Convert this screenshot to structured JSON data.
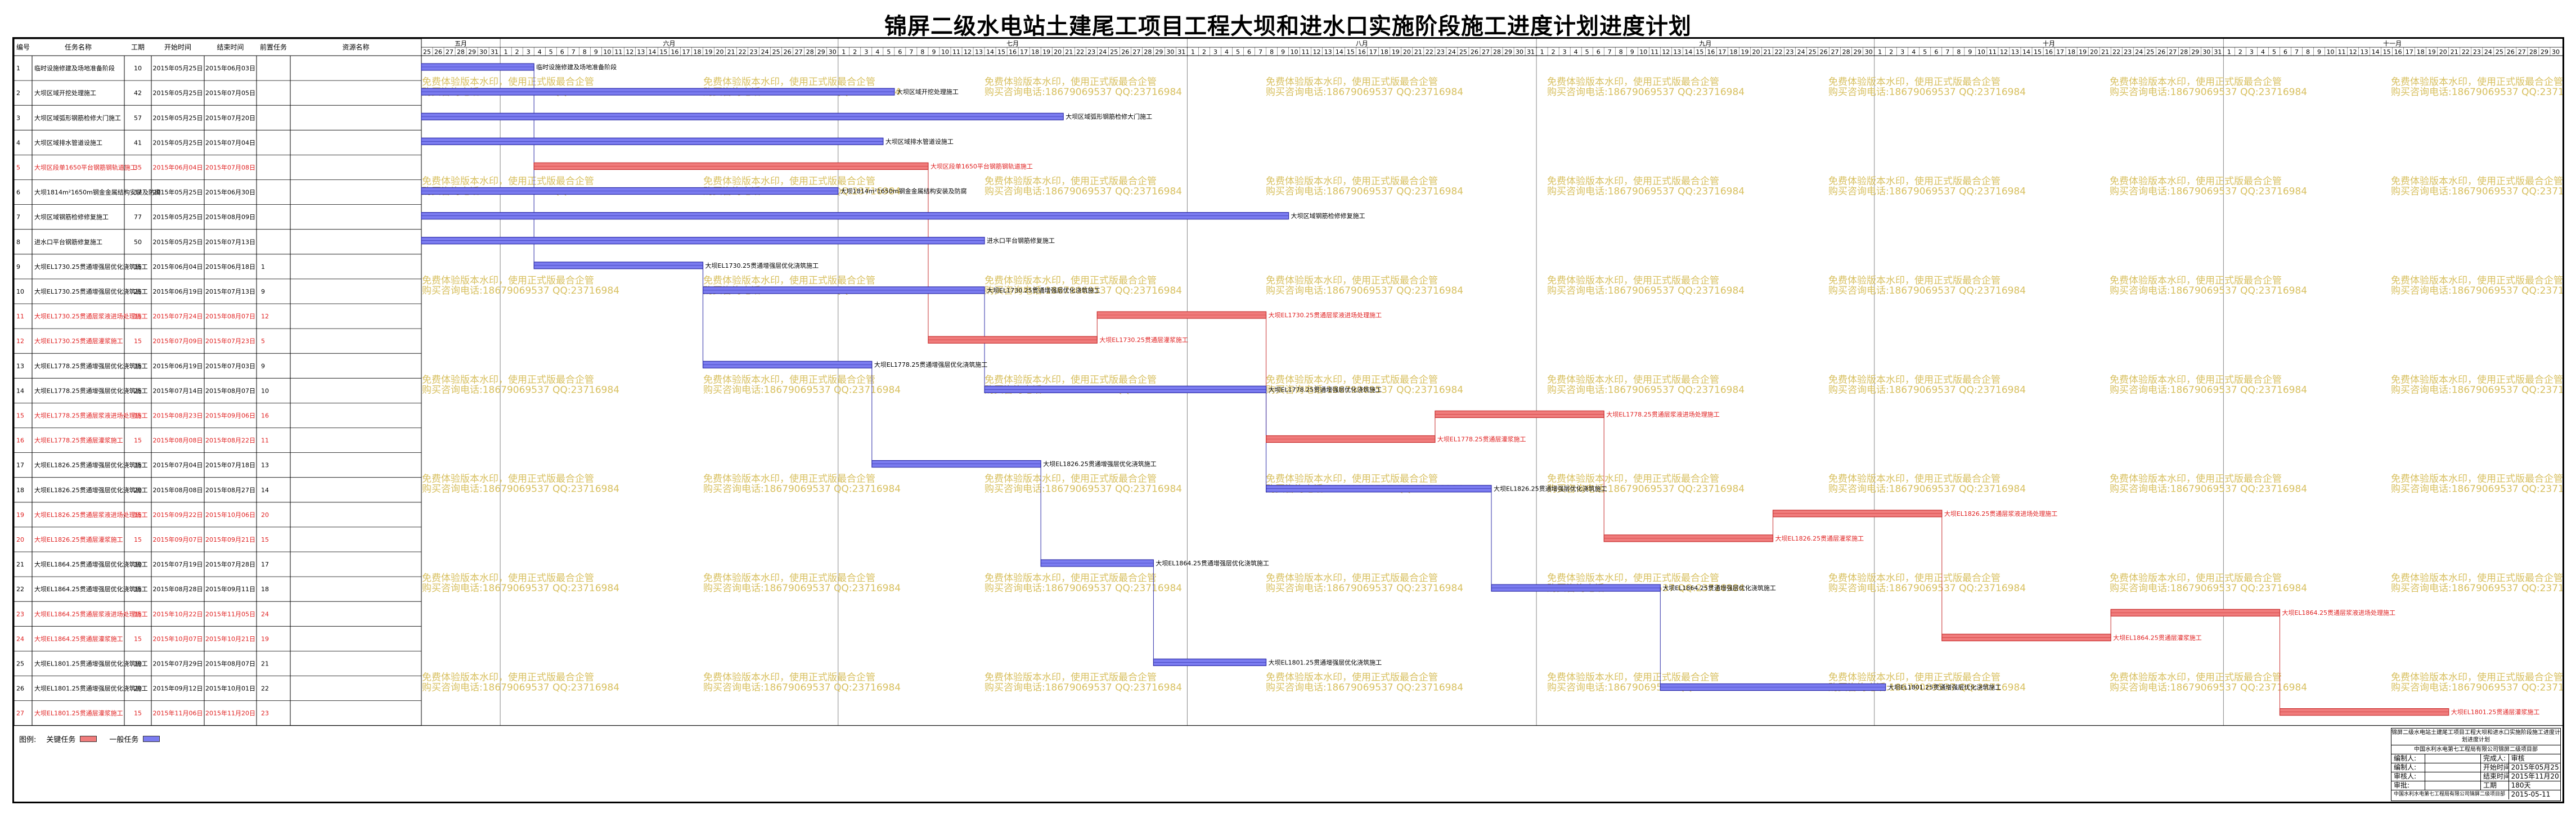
{
  "title": "锦屏二级水电站土建尾工项目工程大坝和进水口实施阶段施工进度计划进度计划",
  "table_headers": [
    "编号",
    "任务名称",
    "工期",
    "开始时间",
    "结束时间",
    "前置任务",
    "资源名称"
  ],
  "months": [
    "五月",
    "六月",
    "七月",
    "八月",
    "九月",
    "十月",
    "十一月"
  ],
  "month_days": [
    7,
    30,
    31,
    31,
    30,
    31,
    30
  ],
  "watermark": [
    "免费体验版本水印，使用正式版最合企管",
    "购买咨询电话:18679069537 QQ:23716984"
  ],
  "legend": {
    "label": "图例:",
    "key_task": "关键任务",
    "normal_task": "一般任务"
  },
  "colors": {
    "critical_fill": "#f07c7c",
    "critical_edge": "#c83030",
    "normal_fill": "#7b7cf0",
    "normal_edge": "#2d2da8",
    "critical_text": "#e02020"
  },
  "chart_data": {
    "type": "gantt",
    "title": "锦屏二级水电站土建尾工项目工程大坝和进水口实施阶段施工进度计划进度计划",
    "x_start": "2015-05-25",
    "x_end": "2015-11-30",
    "tasks": [
      {
        "id": "1",
        "name": "临时设施修建及场地准备阶段",
        "duration": "10",
        "start": "2015年05月25日",
        "end": "2015年06月03日",
        "pred": "",
        "resource": "",
        "critical": false
      },
      {
        "id": "2",
        "name": "大坝区域开挖处理施工",
        "duration": "42",
        "start": "2015年05月25日",
        "end": "2015年07月05日",
        "pred": "",
        "resource": "",
        "critical": false
      },
      {
        "id": "3",
        "name": "大坝区域弧形钢筋检修大门施工",
        "duration": "57",
        "start": "2015年05月25日",
        "end": "2015年07月20日",
        "pred": "",
        "resource": "",
        "critical": false
      },
      {
        "id": "4",
        "name": "大坝区域排水管道设施工",
        "duration": "41",
        "start": "2015年05月25日",
        "end": "2015年07月04日",
        "pred": "",
        "resource": "",
        "critical": false
      },
      {
        "id": "5",
        "name": "大坝区段单1650平台钢筋钢轨道施工",
        "duration": "35",
        "start": "2015年06月04日",
        "end": "2015年07月08日",
        "pred": "",
        "resource": "",
        "critical": true
      },
      {
        "id": "6",
        "name": "大坝1814m²1650m钢金金属结构安装及防腐",
        "duration": "37",
        "start": "2015年05月25日",
        "end": "2015年06月30日",
        "pred": "",
        "resource": "",
        "critical": false
      },
      {
        "id": "7",
        "name": "大坝区域钢筋检修修复施工",
        "duration": "77",
        "start": "2015年05月25日",
        "end": "2015年08月09日",
        "pred": "",
        "resource": "",
        "critical": false
      },
      {
        "id": "8",
        "name": "进水口平台钢筋修复施工",
        "duration": "50",
        "start": "2015年05月25日",
        "end": "2015年07月13日",
        "pred": "",
        "resource": "",
        "critical": false
      },
      {
        "id": "9",
        "name": "大坝EL1730.25贯通增强层优化浇筑施工",
        "duration": "15",
        "start": "2015年06月04日",
        "end": "2015年06月18日",
        "pred": "1",
        "resource": "",
        "critical": false
      },
      {
        "id": "10",
        "name": "大坝EL1730.25贯通增强层优化浇筑施工",
        "duration": "25",
        "start": "2015年06月19日",
        "end": "2015年07月13日",
        "pred": "9",
        "resource": "",
        "critical": false
      },
      {
        "id": "11",
        "name": "大坝EL1730.25贯通层浆液进场处理施工",
        "duration": "15",
        "start": "2015年07月24日",
        "end": "2015年08月07日",
        "pred": "12",
        "resource": "",
        "critical": true
      },
      {
        "id": "12",
        "name": "大坝EL1730.25贯通层灌浆施工",
        "duration": "15",
        "start": "2015年07月09日",
        "end": "2015年07月23日",
        "pred": "5",
        "resource": "",
        "critical": true
      },
      {
        "id": "13",
        "name": "大坝EL1778.25贯通增强层优化浇筑施工",
        "duration": "15",
        "start": "2015年06月19日",
        "end": "2015年07月03日",
        "pred": "9",
        "resource": "",
        "critical": false
      },
      {
        "id": "14",
        "name": "大坝EL1778.25贯通增强层优化浇筑施工",
        "duration": "25",
        "start": "2015年07月14日",
        "end": "2015年08月07日",
        "pred": "10",
        "resource": "",
        "critical": false
      },
      {
        "id": "15",
        "name": "大坝EL1778.25贯通层浆液进场处理施工",
        "duration": "15",
        "start": "2015年08月23日",
        "end": "2015年09月06日",
        "pred": "16",
        "resource": "",
        "critical": true
      },
      {
        "id": "16",
        "name": "大坝EL1778.25贯通层灌浆施工",
        "duration": "15",
        "start": "2015年08月08日",
        "end": "2015年08月22日",
        "pred": "11",
        "resource": "",
        "critical": true
      },
      {
        "id": "17",
        "name": "大坝EL1826.25贯通增强层优化浇筑施工",
        "duration": "15",
        "start": "2015年07月04日",
        "end": "2015年07月18日",
        "pred": "13",
        "resource": "",
        "critical": false
      },
      {
        "id": "18",
        "name": "大坝EL1826.25贯通增强层优化浇筑施工",
        "duration": "20",
        "start": "2015年08月08日",
        "end": "2015年08月27日",
        "pred": "14",
        "resource": "",
        "critical": false
      },
      {
        "id": "19",
        "name": "大坝EL1826.25贯通层浆液进场处理施工",
        "duration": "15",
        "start": "2015年09月22日",
        "end": "2015年10月06日",
        "pred": "20",
        "resource": "",
        "critical": true
      },
      {
        "id": "20",
        "name": "大坝EL1826.25贯通层灌浆施工",
        "duration": "15",
        "start": "2015年09月07日",
        "end": "2015年09月21日",
        "pred": "15",
        "resource": "",
        "critical": true
      },
      {
        "id": "21",
        "name": "大坝EL1864.25贯通增强层优化浇筑施工",
        "duration": "10",
        "start": "2015年07月19日",
        "end": "2015年07月28日",
        "pred": "17",
        "resource": "",
        "critical": false
      },
      {
        "id": "22",
        "name": "大坝EL1864.25贯通增强层优化浇筑施工",
        "duration": "15",
        "start": "2015年08月28日",
        "end": "2015年09月11日",
        "pred": "18",
        "resource": "",
        "critical": false
      },
      {
        "id": "23",
        "name": "大坝EL1864.25贯通层浆液进场处理施工",
        "duration": "15",
        "start": "2015年10月22日",
        "end": "2015年11月05日",
        "pred": "24",
        "resource": "",
        "critical": true
      },
      {
        "id": "24",
        "name": "大坝EL1864.25贯通层灌浆施工",
        "duration": "15",
        "start": "2015年10月07日",
        "end": "2015年10月21日",
        "pred": "19",
        "resource": "",
        "critical": true
      },
      {
        "id": "25",
        "name": "大坝EL1801.25贯通增强层优化浇筑施工",
        "duration": "10",
        "start": "2015年07月29日",
        "end": "2015年08月07日",
        "pred": "21",
        "resource": "",
        "critical": false
      },
      {
        "id": "26",
        "name": "大坝EL1801.25贯通增强层优化浇筑施工",
        "duration": "20",
        "start": "2015年09月12日",
        "end": "2015年10月01日",
        "pred": "22",
        "resource": "",
        "critical": false
      },
      {
        "id": "27",
        "name": "大坝EL1801.25贯通层灌浆施工",
        "duration": "15",
        "start": "2015年11月06日",
        "end": "2015年11月20日",
        "pred": "23",
        "resource": "",
        "critical": true
      }
    ]
  },
  "infobox": {
    "head": "锦屏二级水电站土建尾工项目工程大坝和进水口实施阶段施工进度计划进度计划",
    "sub": "中国水利水电第七工程局有限公司锦屏二级项目部",
    "rows": [
      [
        "编制人:",
        "",
        "完成人:",
        "审核"
      ],
      [
        "编制人:",
        "",
        "开始时间",
        "2015年05月25日"
      ],
      [
        "审核人:",
        "",
        "结束时间",
        "2015年11月20日"
      ],
      [
        "审批:",
        "",
        "工期",
        "180天"
      ]
    ],
    "footer": [
      "中国水利水电第七工程局有限公司锦屏二级项目部",
      "2015-05-11"
    ]
  }
}
